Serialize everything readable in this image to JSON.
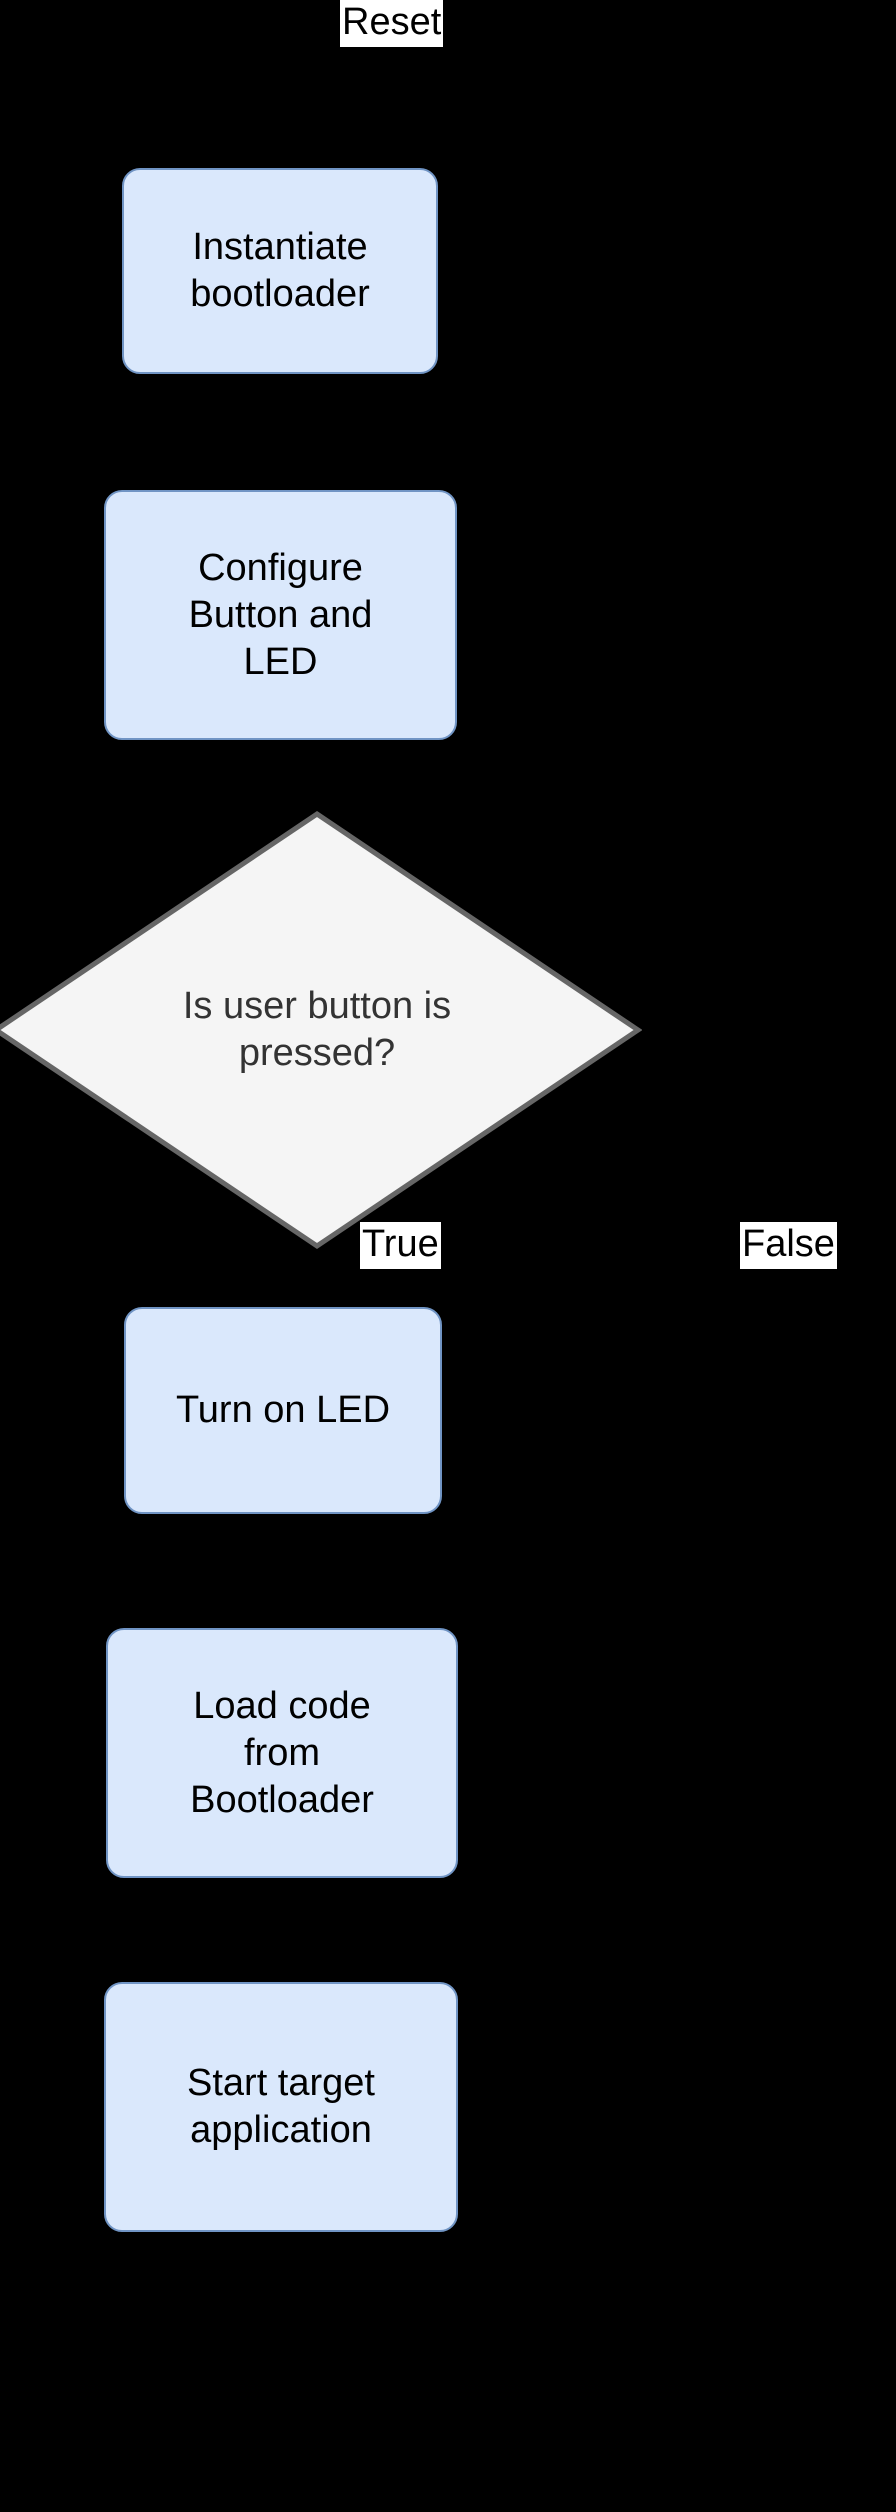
{
  "diagram": {
    "title": "Bootloader reset flowchart",
    "background_color": "#000000",
    "process_fill": "#dae8fc",
    "process_stroke": "#7094c4",
    "decision_fill": "#f5f5f5",
    "decision_stroke": "#666666",
    "decision_text_color": "#333333",
    "label_bg": "#ffffff",
    "label_text_color": "#000000",
    "nodes": [
      {
        "id": "reset",
        "type": "edge-label",
        "label": "Reset"
      },
      {
        "id": "instantiate",
        "type": "process",
        "label": "Instantiate\nbootloader"
      },
      {
        "id": "configure",
        "type": "process",
        "label": "Configure\nButton and\nLED"
      },
      {
        "id": "decision",
        "type": "decision",
        "label": "Is user button is\npressed?"
      },
      {
        "id": "true-label",
        "type": "edge-label",
        "label": "True"
      },
      {
        "id": "false-label",
        "type": "edge-label",
        "label": "False"
      },
      {
        "id": "turn-on-led",
        "type": "process",
        "label": "Turn on LED"
      },
      {
        "id": "load-code",
        "type": "process",
        "label": "Load code\nfrom\nBootloader"
      },
      {
        "id": "start-app",
        "type": "process",
        "label": "Start target\napplication"
      }
    ],
    "edges": [
      {
        "from": "reset",
        "to": "instantiate",
        "label": "Reset"
      },
      {
        "from": "instantiate",
        "to": "configure",
        "label": ""
      },
      {
        "from": "configure",
        "to": "decision",
        "label": ""
      },
      {
        "from": "decision",
        "to": "turn-on-led",
        "label": "True"
      },
      {
        "from": "decision",
        "to": "start-app",
        "label": "False"
      },
      {
        "from": "turn-on-led",
        "to": "load-code",
        "label": ""
      },
      {
        "from": "load-code",
        "to": "start-app",
        "label": ""
      }
    ]
  }
}
